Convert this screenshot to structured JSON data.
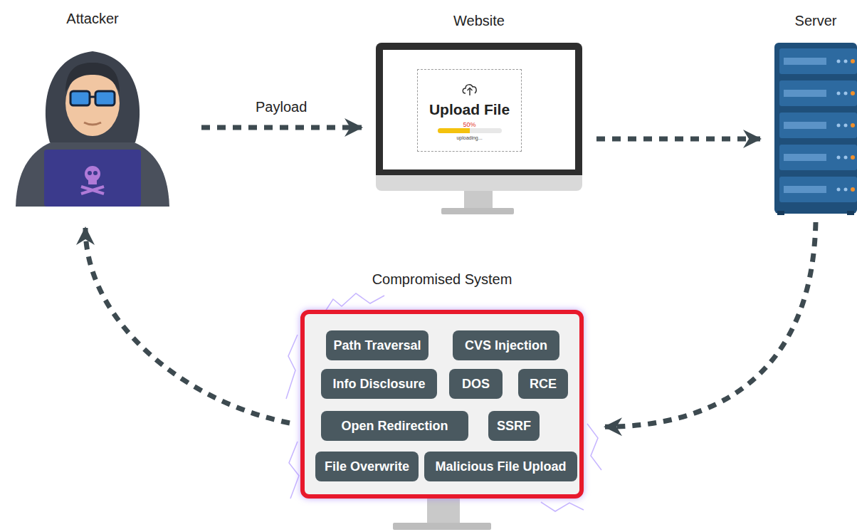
{
  "diagram": {
    "nodes": [
      {
        "text": [
          "Attacker"
        ]
      },
      {
        "text": [
          "Website"
        ]
      },
      {
        "text": [
          "Upload File",
          "50%",
          "uploading..."
        ],
        "in": 1
      },
      {
        "text": [
          "Server"
        ]
      },
      {
        "text": [
          "Compromised System"
        ]
      },
      {
        "text": [
          "Path Traversal"
        ],
        "in": 4
      },
      {
        "text": [
          "CVS Injection"
        ],
        "in": 4
      },
      {
        "text": [
          "Info Disclosure"
        ],
        "in": 4
      },
      {
        "text": [
          "DOS"
        ],
        "in": 4
      },
      {
        "text": [
          "RCE"
        ],
        "in": 4
      },
      {
        "text": [
          "Open Redirection"
        ],
        "in": 4
      },
      {
        "text": [
          "SSRF"
        ],
        "in": 4
      },
      {
        "text": [
          "File Overwrite"
        ],
        "in": 4
      },
      {
        "text": [
          "Malicious File Upload"
        ],
        "in": 4
      }
    ],
    "edges": [
      {
        "from": 0,
        "to": 1,
        "label": "Payload",
        "arrow": "to"
      },
      {
        "from": 1,
        "to": 3,
        "arrow": "to"
      },
      {
        "from": 3,
        "to": 4,
        "arrow": "to"
      },
      {
        "from": 4,
        "to": 0,
        "arrow": "to"
      }
    ]
  }
}
